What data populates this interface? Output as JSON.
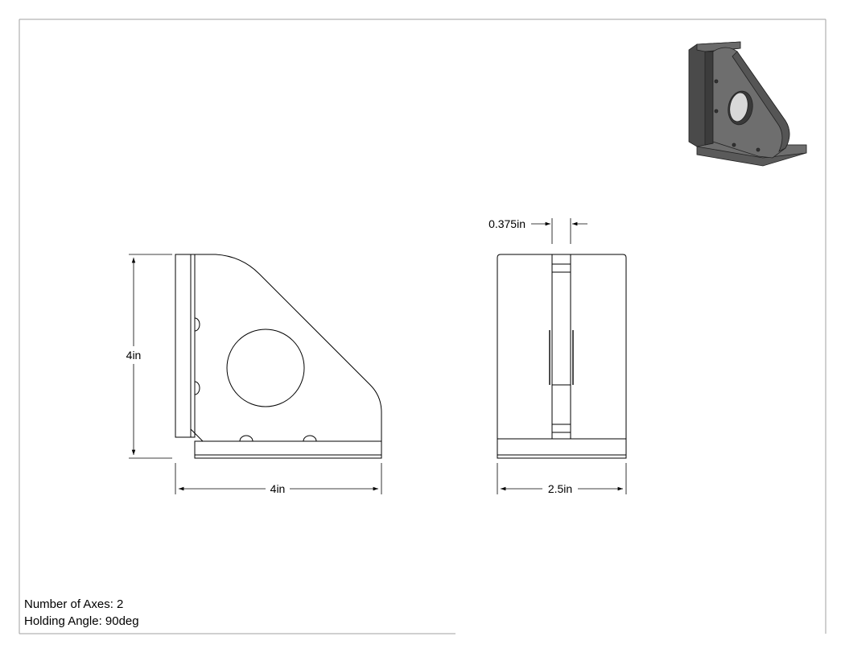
{
  "drawing": {
    "views": {
      "front": {
        "height_label": "4in",
        "width_label": "4in"
      },
      "side": {
        "thickness_label": "0.375in",
        "width_label": "2.5in"
      },
      "isometric": {}
    },
    "notes": {
      "axes": "Number of Axes: 2",
      "angle": "Holding Angle: 90deg"
    },
    "colors": {
      "line": "#000000",
      "border": "#a0a0a0",
      "iso_dark": "#3c3c3c",
      "iso_mid": "#5a5a5a",
      "iso_light": "#7a7a7a"
    }
  }
}
